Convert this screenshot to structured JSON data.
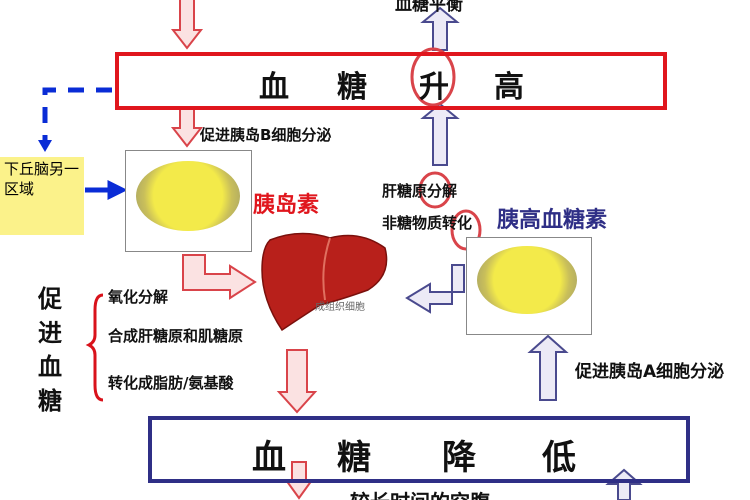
{
  "top_caption": "血糖平衡",
  "high_box": {
    "chars": [
      "血",
      "糖",
      "升",
      "高"
    ]
  },
  "low_box": {
    "chars": [
      "血",
      "糖",
      "降",
      "低"
    ]
  },
  "hypothalamus": "下丘脑另一区域",
  "beta_label": "促进胰岛B细胞分泌",
  "insulin": "胰岛素",
  "glucagon": "胰高血糖素",
  "glucagon_effects": [
    "肝糖原分解",
    "非糖物质转化"
  ],
  "promote_label": "促进血糖",
  "insulin_effects": [
    "氧化分解",
    "合成肝糖原和肌糖原",
    "转化成脂肪/氨基酸"
  ],
  "liver_caption": "成组织细胞",
  "alpha_label": "促进胰岛A细胞分泌",
  "bottom_caption": "较长时间的空腹",
  "colors": {
    "red": "#e0161d",
    "blue": "#2f2f86",
    "dashed_blue": "#0a2cd6",
    "yellow": "#fbf28a"
  }
}
